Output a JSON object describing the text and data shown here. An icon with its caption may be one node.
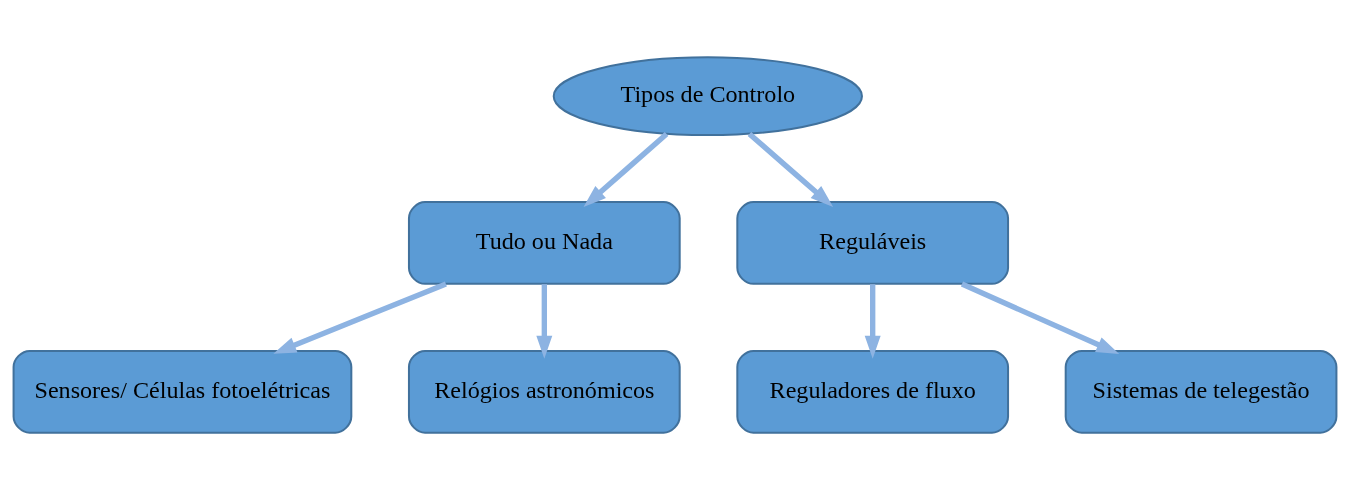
{
  "diagram": {
    "nodes": [
      {
        "text": [
          "Tipos de Controlo"
        ]
      },
      {
        "text": [
          "Tudo ou Nada"
        ]
      },
      {
        "text": [
          "Reguláveis"
        ]
      },
      {
        "text": [
          "Sensores/ Células fotoelétricas"
        ]
      },
      {
        "text": [
          "Relógios astronómicos"
        ]
      },
      {
        "text": [
          "Reguladores de fluxo"
        ]
      },
      {
        "text": [
          "Sistemas de telegestão"
        ]
      }
    ],
    "edges": [
      {
        "from": 0,
        "to": 1,
        "arrow": "to"
      },
      {
        "from": 0,
        "to": 2,
        "arrow": "to"
      },
      {
        "from": 1,
        "to": 3,
        "arrow": "to"
      },
      {
        "from": 1,
        "to": 4,
        "arrow": "to"
      },
      {
        "from": 2,
        "to": 5,
        "arrow": "to"
      },
      {
        "from": 2,
        "to": 6,
        "arrow": "to"
      }
    ]
  }
}
